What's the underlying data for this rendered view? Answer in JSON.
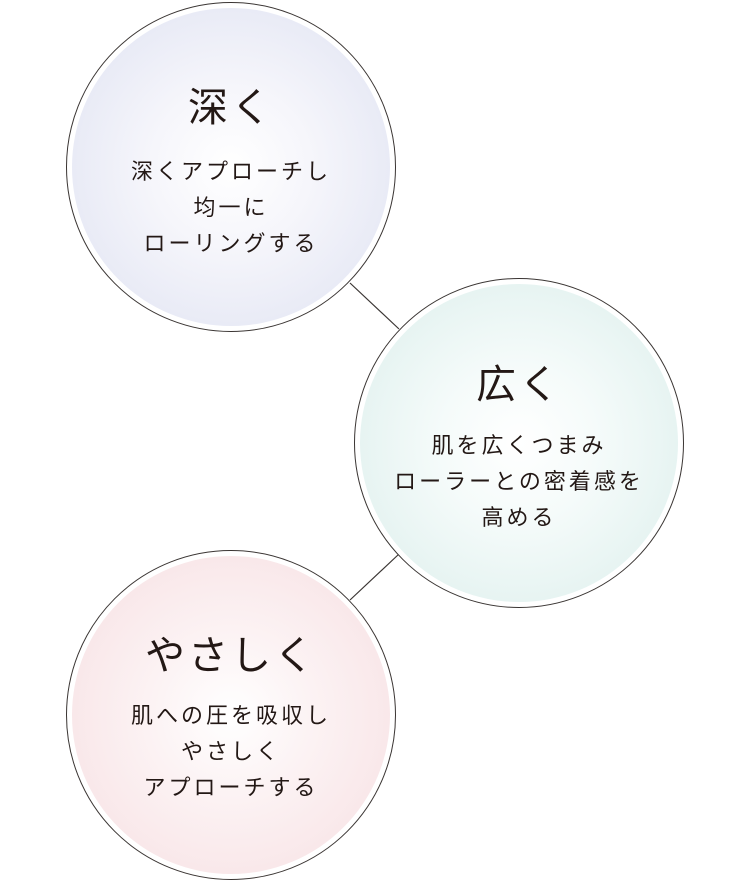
{
  "colors": {
    "border": "#3a3533",
    "text": "#231815",
    "deep_edge": "#dcdff0",
    "wide_edge": "#dbefec",
    "gentle_edge": "#f6dde0"
  },
  "circles": [
    {
      "title": "深く",
      "lines": [
        "深くアプローチし",
        "均一に",
        "ローリングする"
      ],
      "tint": "lavender"
    },
    {
      "title": "広く",
      "lines": [
        "肌を広くつまみ",
        "ローラーとの密着感を",
        "高める"
      ],
      "tint": "mint"
    },
    {
      "title": "やさしく",
      "lines": [
        "肌への圧を吸収し",
        "やさしく",
        "アプローチする"
      ],
      "tint": "pink"
    }
  ]
}
